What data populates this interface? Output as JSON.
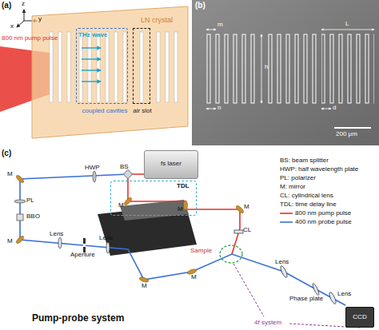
{
  "diagram": {
    "nodes": [
      {
        "text": [
          "LN crystal"
        ]
      },
      {
        "text": [
          "coupled cavities"
        ],
        "in": 0
      },
      {
        "text": [
          "air slot"
        ],
        "in": 0
      },
      {
        "text": [
          "fs laser"
        ]
      },
      {
        "text": [
          "TDL"
        ]
      },
      {
        "text": [
          "Sample"
        ]
      },
      {
        "text": [
          "CCD"
        ]
      }
    ],
    "labels": [
      "(a)",
      "x",
      "y",
      "z",
      "800 nm pump pulse",
      "THz wave",
      "(b)",
      "m",
      "L",
      "h",
      "n",
      "d",
      "200 μm",
      "(c)",
      "BS",
      "HWP",
      "PL",
      "BBO",
      "M",
      "M",
      "M",
      "M",
      "M",
      "M",
      "M",
      "Lens",
      "Aperture",
      "Lens",
      "CL",
      "Lens",
      "Phase plate",
      "Lens",
      "4f system",
      "Pump-probe system"
    ],
    "legend": [
      {
        "text": "BS: beam splitter"
      },
      {
        "text": "HWP: half wavelength plate"
      },
      {
        "text": "PL: polarizer"
      },
      {
        "text": "M: mirror"
      },
      {
        "text": "CL: cylindrical lens"
      },
      {
        "text": "TDL: time delay line"
      },
      {
        "text": "800 nm pump pulse"
      },
      {
        "text": "400 nm probe pulse"
      }
    ]
  }
}
